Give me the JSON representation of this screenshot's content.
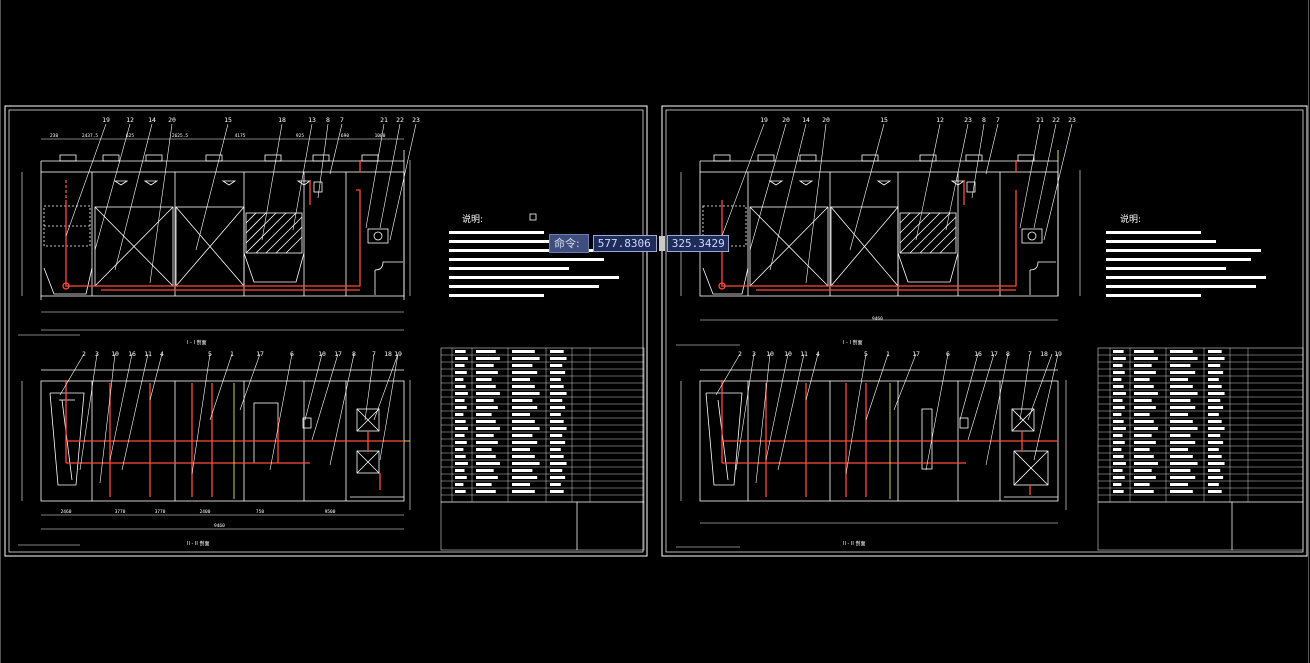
{
  "command_line": {
    "label": "命令:",
    "x_value": "577.8306",
    "y_value": "325.3429"
  },
  "sheet_left": {
    "notes_heading": "说明:",
    "section_title_top": "I - I 剖面",
    "section_title_bottom": "II - II 剖面",
    "dim_total": "9460",
    "callouts_top": [
      "19",
      "12",
      "14",
      "20",
      "15",
      "18",
      "13",
      "8",
      "7",
      "21",
      "22",
      "23"
    ],
    "callouts_bottom": [
      "2",
      "3",
      "10",
      "16",
      "11",
      "4",
      "5",
      "1",
      "17",
      "6",
      "10",
      "17",
      "8",
      "7",
      "18",
      "19"
    ],
    "dims_top": [
      "238",
      "2437.5",
      "625",
      "2625.5",
      "4175",
      "925",
      "690",
      "1000"
    ],
    "dims_bottom": [
      "2460",
      "3770",
      "3770",
      "2400",
      "750",
      "9500"
    ]
  },
  "sheet_right": {
    "notes_heading": "说明:",
    "section_title_top": "I - I 剖面",
    "section_title_bottom": "II - II 剖面",
    "dim_total": "9460",
    "callouts_top": [
      "19",
      "20",
      "14",
      "20",
      "15",
      "12",
      "23",
      "8",
      "7",
      "21",
      "22",
      "23"
    ],
    "callouts_bottom": [
      "2",
      "3",
      "10",
      "10",
      "11",
      "4",
      "5",
      "1",
      "17",
      "6",
      "16",
      "17",
      "8",
      "7",
      "18",
      "19"
    ]
  }
}
